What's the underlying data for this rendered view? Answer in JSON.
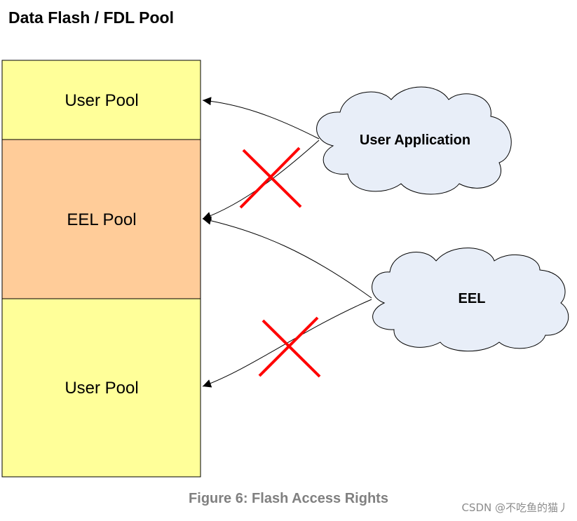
{
  "title": "Data Flash / FDL Pool",
  "pools": {
    "top": {
      "label": "User Pool"
    },
    "middle": {
      "label": "EEL Pool"
    },
    "bottom": {
      "label": "User Pool"
    }
  },
  "actors": {
    "user_application": {
      "label": "User Application"
    },
    "eel": {
      "label": "EEL"
    }
  },
  "caption": "Figure 6: Flash Access Rights",
  "watermark": "CSDN @不吃鱼的猫丿",
  "colors": {
    "user_pool_fill": "#ffff99",
    "eel_pool_fill": "#ffcc99",
    "cloud_fill": "#e8eef8",
    "denied_cross": "#ff0000",
    "caption_text": "#808080"
  }
}
